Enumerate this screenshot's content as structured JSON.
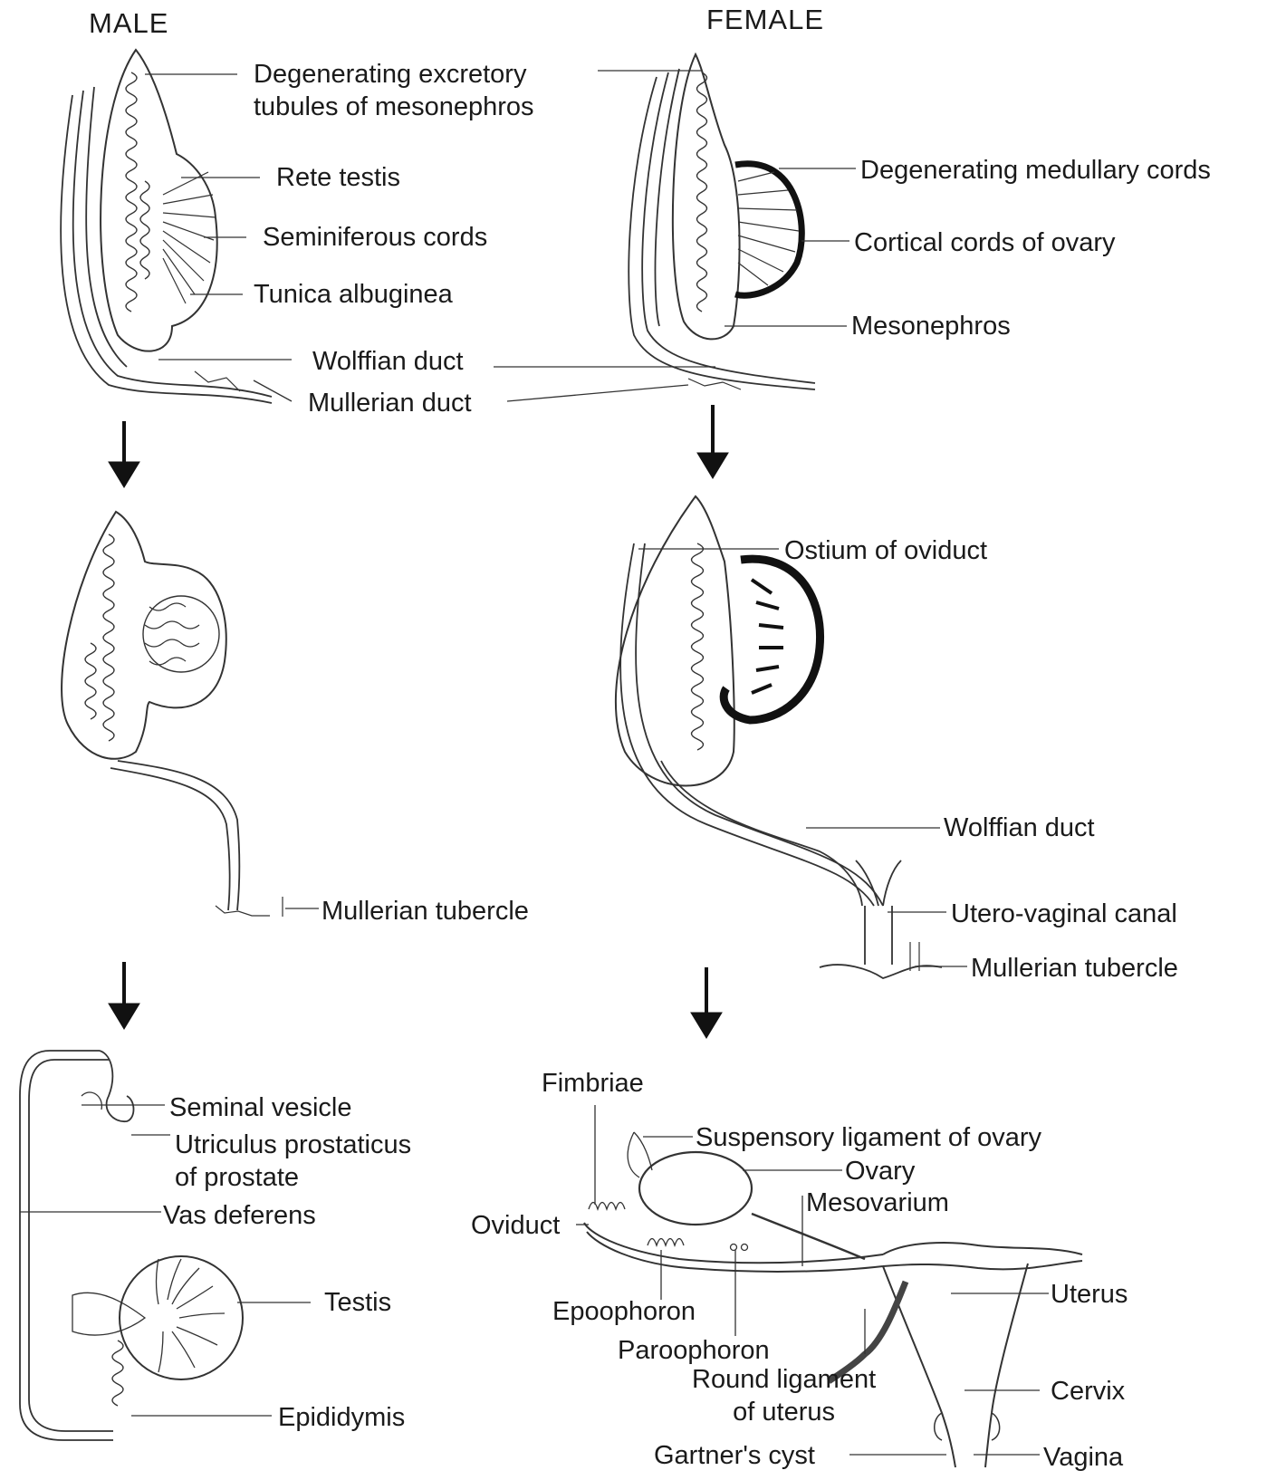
{
  "headings": {
    "male": "MALE",
    "female": "FEMALE"
  },
  "male": {
    "degenerating_tubules": "Degenerating excretory\ntubules of mesonephros",
    "rete_testis": "Rete testis",
    "seminiferous_cords": "Seminiferous cords",
    "tunica_albuginea": "Tunica albuginea",
    "wolffian_duct": "Wolffian duct",
    "mullerian_duct": "Mullerian duct",
    "mullerian_tubercle": "Mullerian tubercle",
    "seminal_vesicle": "Seminal vesicle",
    "utriculus": "Utriculus prostaticus\nof prostate",
    "vas_deferens": "Vas deferens",
    "testis": "Testis",
    "epididymis": "Epididymis"
  },
  "female": {
    "degenerating_medullary_cords": "Degenerating medullary cords",
    "cortical_cords": "Cortical cords of ovary",
    "mesonephros": "Mesonephros",
    "ostium": "Ostium of oviduct",
    "wolffian_duct": "Wolffian duct",
    "utero_vaginal_canal": "Utero-vaginal canal",
    "mullerian_tubercle": "Mullerian tubercle",
    "fimbriae": "Fimbriae",
    "suspensory_ligament": "Suspensory ligament of ovary",
    "ovary": "Ovary",
    "mesovarium": "Mesovarium",
    "oviduct": "Oviduct",
    "uterus": "Uterus",
    "epoophoron": "Epoophoron",
    "paroophoron": "Paroophoron",
    "round_ligament": "Round ligament\nof uterus",
    "cervix": "Cervix",
    "gartners_cyst": "Gartner's cyst",
    "vagina": "Vagina"
  }
}
